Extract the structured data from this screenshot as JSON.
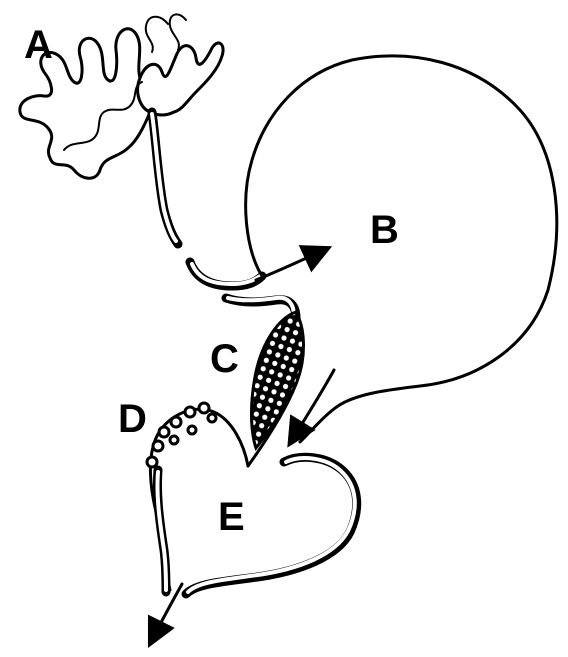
{
  "labels": {
    "a": "A",
    "b": "B",
    "c": "C",
    "d": "D",
    "e": "E"
  },
  "colors": {
    "ink": "#000000",
    "paper": "#ffffff"
  }
}
